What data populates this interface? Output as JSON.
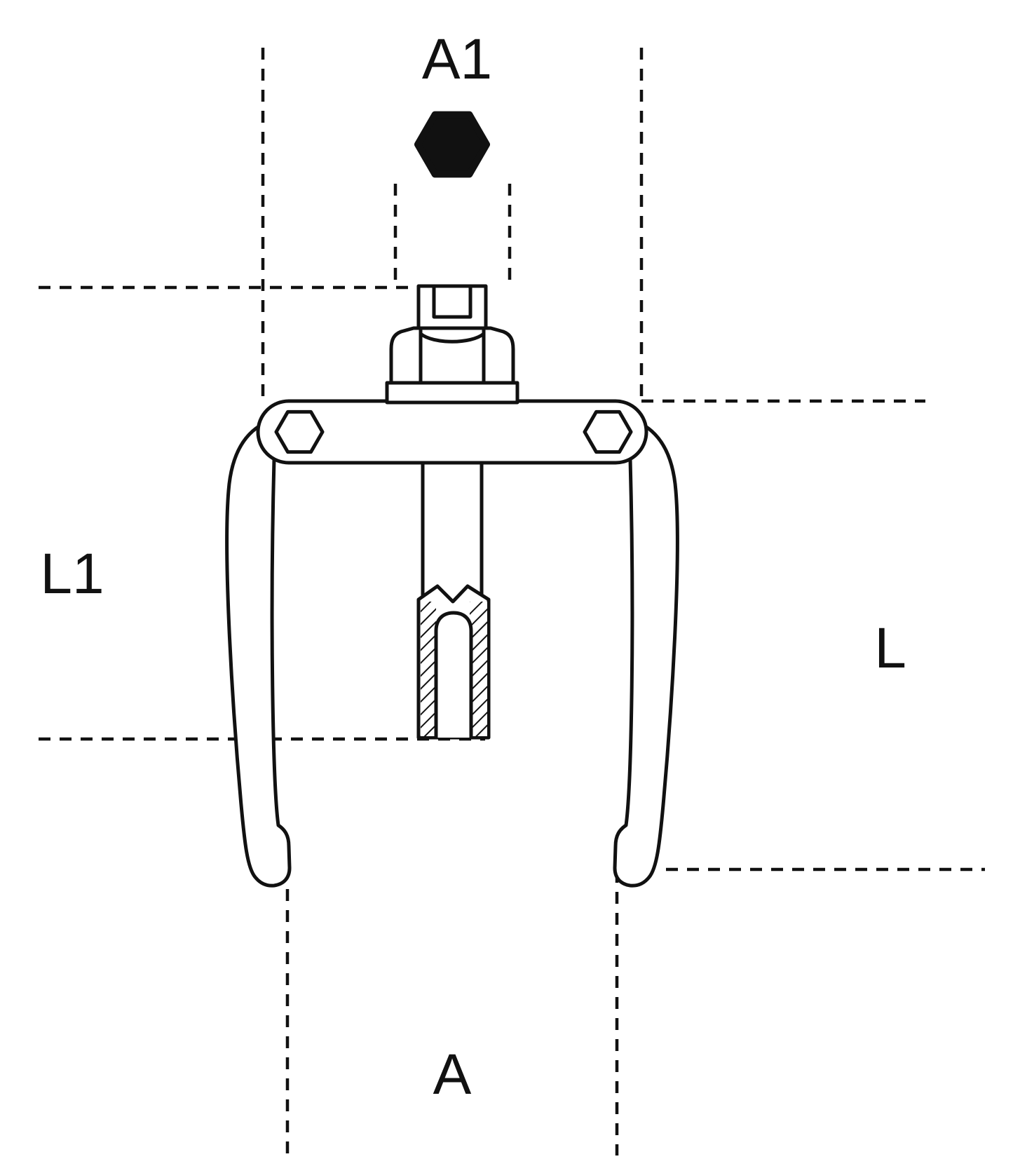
{
  "diagram": {
    "type": "technical-dimension-drawing",
    "subject": "two-leg universal puller with central spindle",
    "labels": {
      "drive_size": "A1",
      "left_length": "L1",
      "right_length": "L",
      "spread": "A"
    },
    "icons": [
      {
        "name": "hex-socket-icon",
        "meaning": "hexagon drive indicator"
      }
    ],
    "colors": {
      "line": "#111111",
      "background": "#ffffff"
    }
  }
}
